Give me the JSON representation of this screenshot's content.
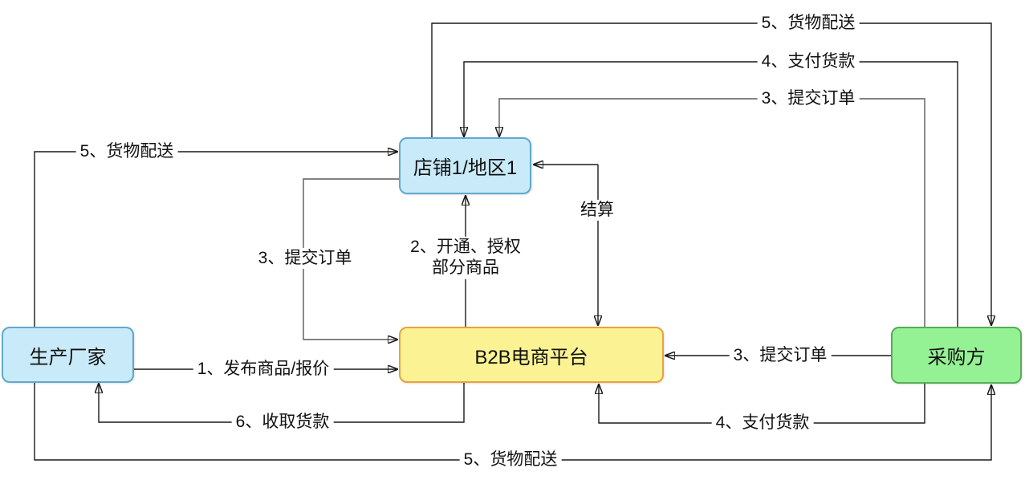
{
  "diagram": {
    "nodes": {
      "shop": {
        "label": "店铺1/地区1"
      },
      "manufacturer": {
        "label": "生产厂家"
      },
      "platform": {
        "label": "B2B电商平台"
      },
      "buyer": {
        "label": "采购方"
      }
    },
    "edge_labels": {
      "delivery_top": "5、货物配送",
      "pay_top": "4、支付货款",
      "order_top": "3、提交订单",
      "delivery_left": "5、货物配送",
      "order_shop": "3、提交订单",
      "provision_line1": "2、开通、授权",
      "provision_line2": "部分商品",
      "settle": "结算",
      "publish": "1、发布商品/报价",
      "order_right": "3、提交订单",
      "pay_bottom": "4、支付货款",
      "collect": "6、收取货款",
      "delivery_bottom": "5、货物配送"
    },
    "colors": {
      "node_blue_fill": "#c9eaf8",
      "node_blue_stroke": "#5fa9cd",
      "node_yellow_fill": "#fbf294",
      "node_yellow_stroke": "#e8a33c",
      "node_green_fill": "#94f294",
      "node_green_stroke": "#58ac58",
      "line": "#1a1a1a",
      "line_gray": "#595959"
    }
  }
}
